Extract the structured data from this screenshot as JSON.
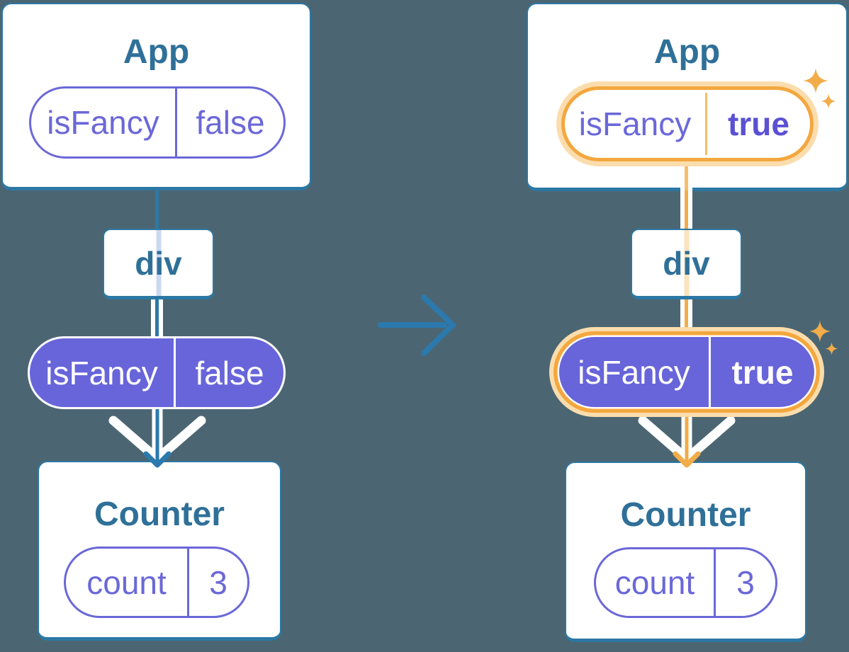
{
  "colors": {
    "bg": "#4b6672",
    "cardBorder": "#2c78a4",
    "titleColor": "#2f7098",
    "purple": "#6b68d8",
    "purpleFill": "#6865da",
    "purpleBold": "#5b51d3",
    "orange": "#f3a73e",
    "orangeSoft": "#fbddad",
    "orangeCore": "#f2ac49",
    "orangeLight": "#f6bd6b",
    "arrowBlue": "#2b79ad",
    "stripeBlue": "#ccd8f0",
    "stripeCream": "#fbe3bd",
    "chevronWhite": "#ffffff"
  },
  "icons": {
    "transition_arrow": "right-arrow",
    "props_flow": "down-arrow-with-chevron",
    "highlight": "sparkles"
  },
  "panels": [
    {
      "name": "before",
      "app": {
        "title": "App",
        "prop": {
          "key": "isFancy",
          "value": "false"
        }
      },
      "container": {
        "label": "div"
      },
      "passed_prop": {
        "key": "isFancy",
        "value": "false"
      },
      "counter": {
        "title": "Counter",
        "state": {
          "key": "count",
          "value": "3"
        }
      }
    },
    {
      "name": "after",
      "app": {
        "title": "App",
        "prop": {
          "key": "isFancy",
          "value": "true"
        }
      },
      "container": {
        "label": "div"
      },
      "passed_prop": {
        "key": "isFancy",
        "value": "true"
      },
      "counter": {
        "title": "Counter",
        "state": {
          "key": "count",
          "value": "3"
        }
      }
    }
  ]
}
